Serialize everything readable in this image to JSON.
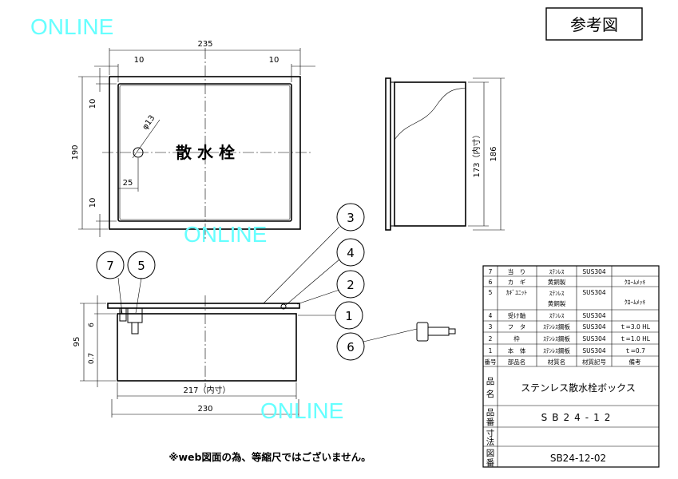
{
  "watermark": "ONLINE",
  "reference_label": "参考図",
  "cover_label": "散 水 栓",
  "dimensions": {
    "width_outer": "235",
    "left_margin": "10",
    "right_margin": "10",
    "height_outer": "190",
    "top_margin": "10",
    "bottom_margin": "10",
    "hole_dia": "φ13",
    "hole_offset": "25",
    "side_inner": "173（内寸）",
    "side_outer": "186",
    "depth": "95",
    "upper_part": "6",
    "lower_part": "0.7",
    "inner_width": "217（内寸）",
    "bottom_width": "230"
  },
  "callouts": [
    "1",
    "2",
    "3",
    "4",
    "5",
    "6",
    "7"
  ],
  "parts_table": {
    "headers": [
      "番号",
      "部品名",
      "材質名",
      "材質記号",
      "備考"
    ],
    "rows": [
      {
        "no": "7",
        "name": "当　り",
        "material": "ｽﾃﾝﾚｽ",
        "code": "SUS304",
        "note": ""
      },
      {
        "no": "6",
        "name": "カ　ギ",
        "material": "黄銅製",
        "code": "",
        "note": "ｸﾛｰﾑﾒｯｷ"
      },
      {
        "no": "5",
        "name": "ｶｷﾞﾕﾆｯﾄ",
        "material": "ｽﾃﾝﾚｽ",
        "material2": "黄銅製",
        "code": "SUS304",
        "note": "ｸﾛｰﾑﾒｯｷ"
      },
      {
        "no": "4",
        "name": "受け軸",
        "material": "ｽﾃﾝﾚｽ",
        "code": "SUS304",
        "note": ""
      },
      {
        "no": "3",
        "name": "フ　タ",
        "material": "ｽﾃﾝﾚｽ鋼板",
        "code": "SUS304",
        "note": "ｔ=3.0 HL"
      },
      {
        "no": "2",
        "name": "枠",
        "material": "ｽﾃﾝﾚｽ鋼板",
        "code": "SUS304",
        "note": "ｔ=1.0 HL"
      },
      {
        "no": "1",
        "name": "本　体",
        "material": "ｽﾃﾝﾚｽ鋼板",
        "code": "SUS304",
        "note": "ｔ=0.7"
      }
    ],
    "product_name_label": [
      "品",
      "名"
    ],
    "product_name": "ステンレス散水栓ボックス",
    "product_no_label": [
      "品",
      "番"
    ],
    "product_no": "SB24-12",
    "size_label": [
      "寸",
      "法"
    ],
    "drawing_no_label": [
      "図",
      "番"
    ],
    "drawing_no": "SB24-12-02"
  },
  "footnote": "※web図面の為、等縮尺ではございません。"
}
